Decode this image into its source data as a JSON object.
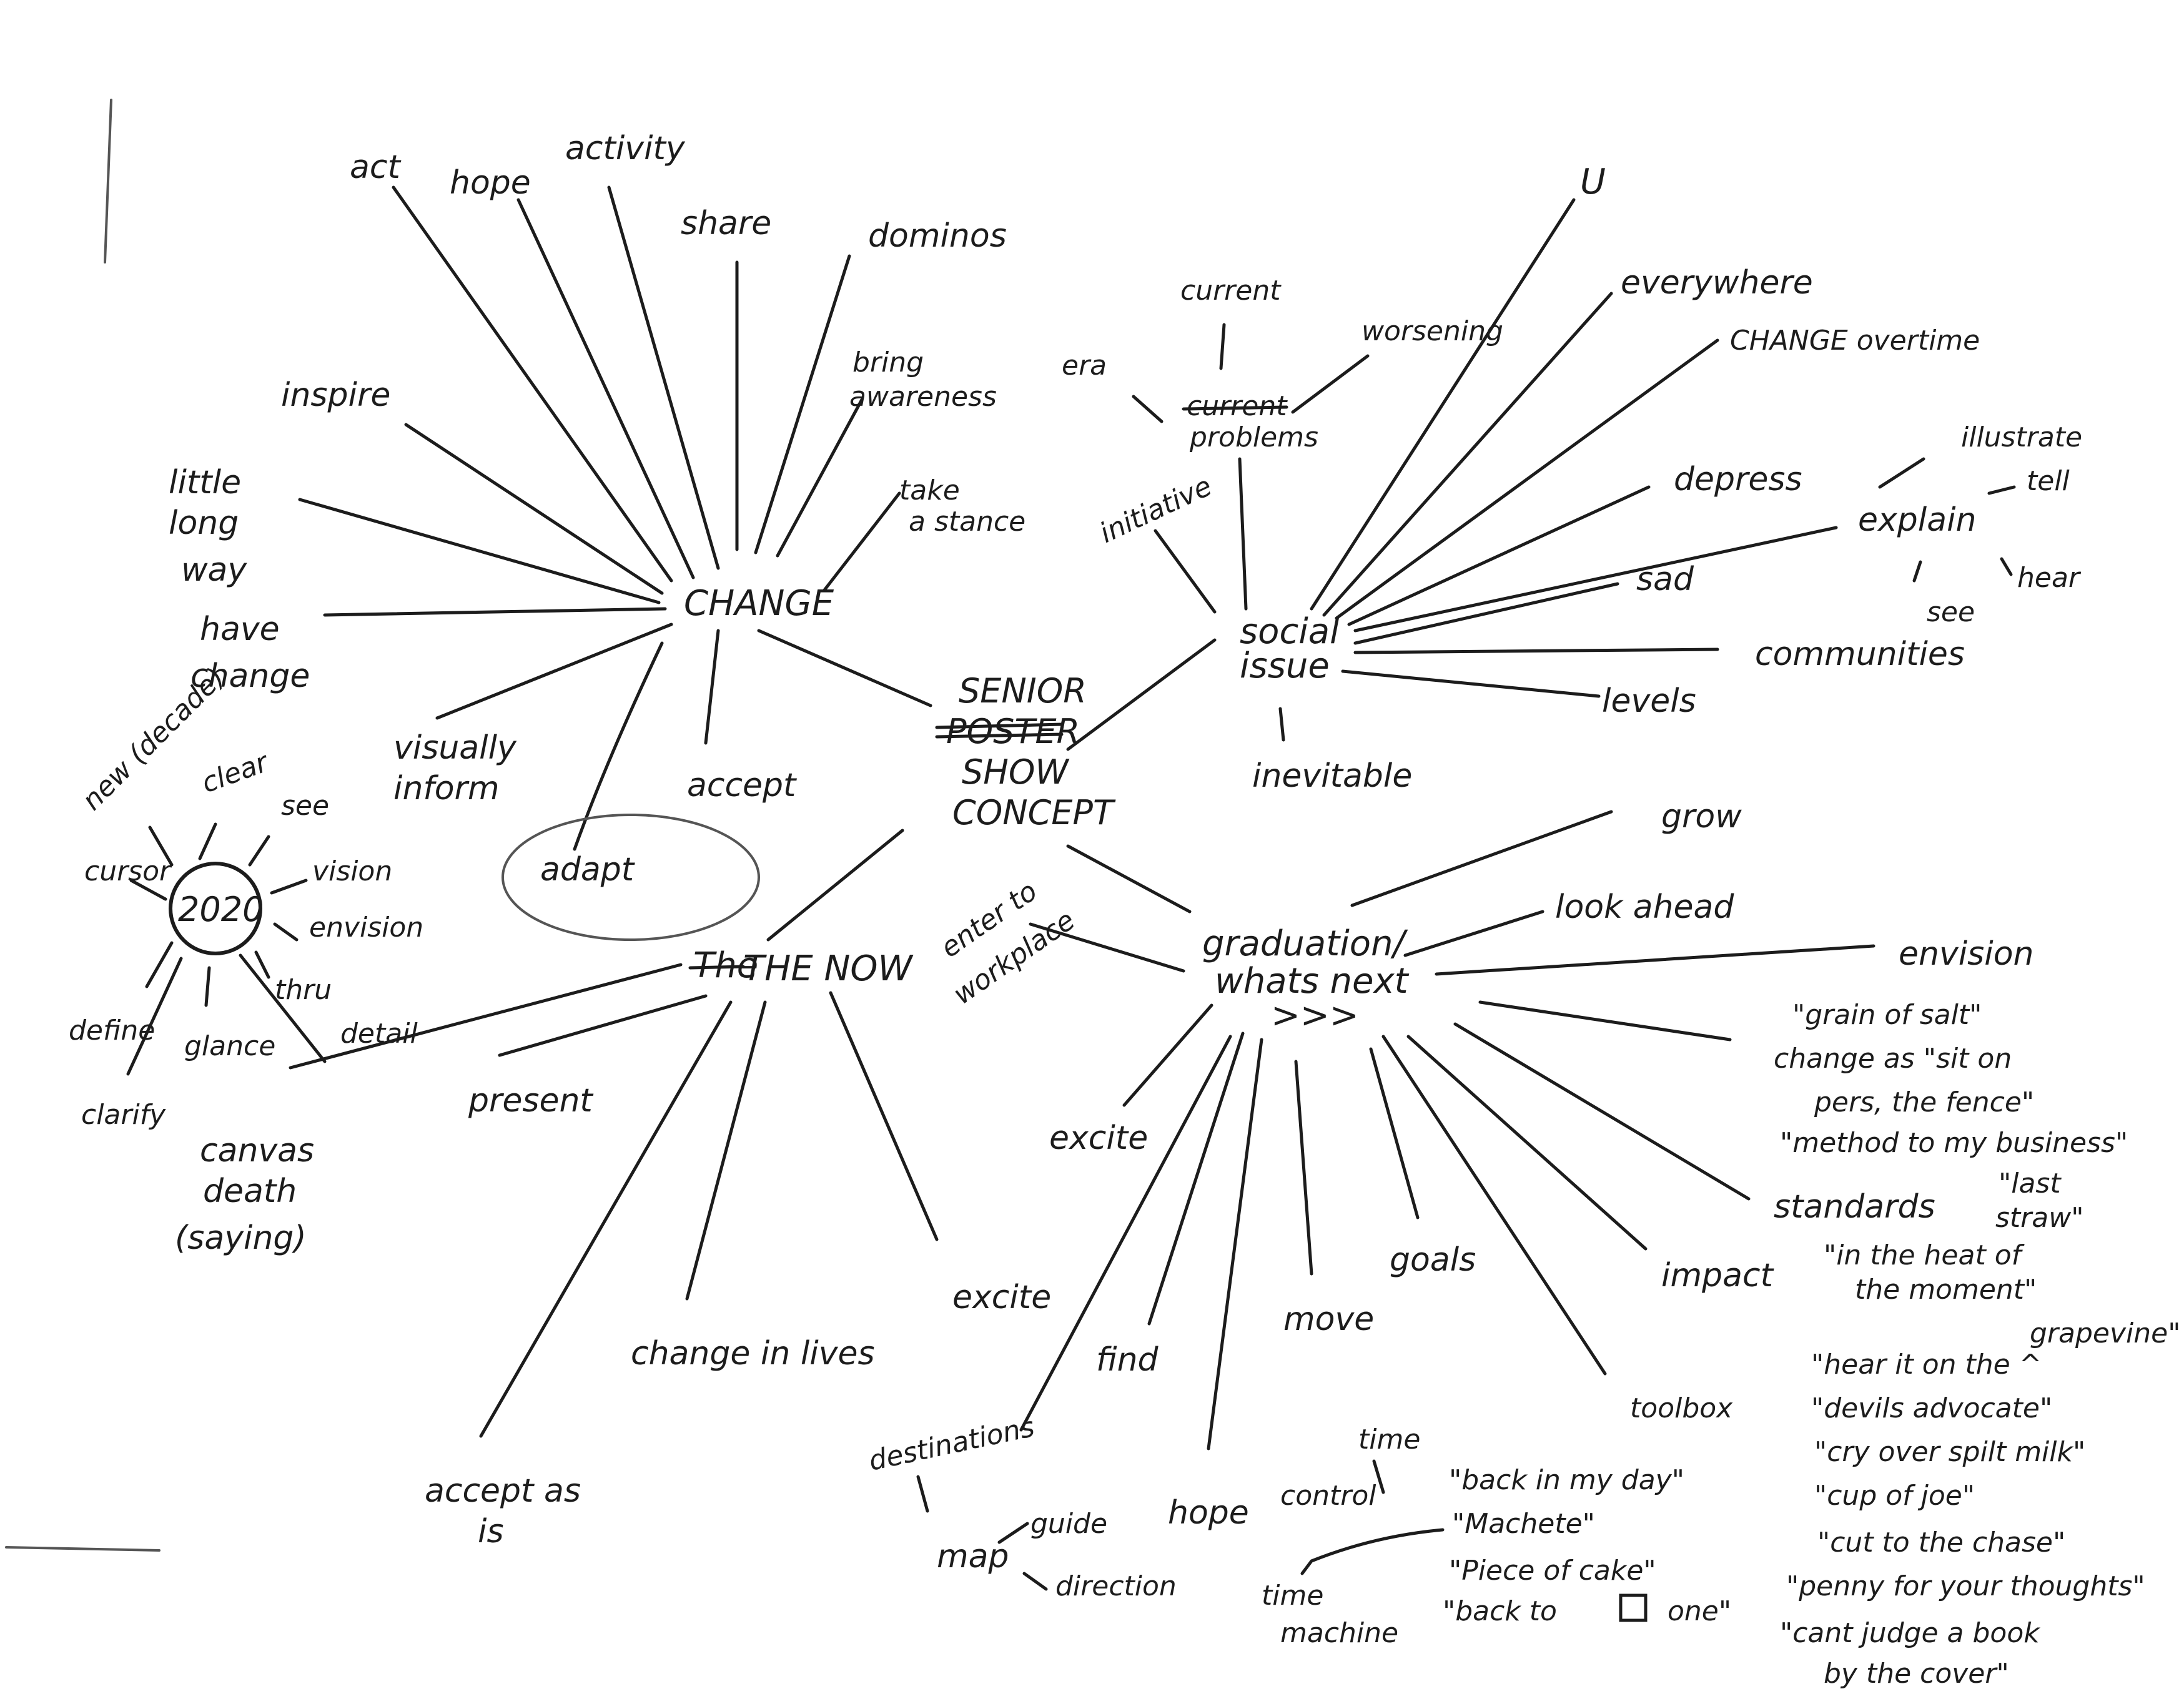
{
  "center": {
    "line1": "SENIOR",
    "struck": "POSTER",
    "line2": "SHOW",
    "line3": "CONCEPT"
  },
  "change": {
    "label": "CHANGE",
    "branches": [
      "act",
      "hope",
      "activity",
      "share",
      "dominos",
      "bring",
      "awareness",
      "take",
      "a stance",
      "inspire",
      "little",
      "long",
      "way",
      "have",
      "change",
      "visually",
      "inform",
      "accept",
      "adapt"
    ]
  },
  "social": {
    "label1": "social",
    "label2": "issue",
    "branches": [
      "current",
      "problems",
      "worsening",
      "era",
      "initiative",
      "everywhere",
      "CHANGE overtime",
      "depress",
      "explain",
      "illustrate",
      "tell",
      "hear",
      "see",
      "sad",
      "communities",
      "levels",
      "inevitable",
      "U"
    ],
    "struck": "current"
  },
  "now": {
    "label": "THE NOW",
    "struck": "The",
    "branches": [
      "present",
      "change in lives",
      "excite",
      "accept as",
      "is",
      "canvas",
      "death",
      "(saying)"
    ]
  },
  "year": {
    "label": "2020",
    "branches": [
      "new (decade)",
      "clear",
      "see",
      "vision",
      "envision",
      "thru",
      "detail",
      "glance",
      "define",
      "clarify",
      "cursor"
    ]
  },
  "graduation": {
    "line1": "graduation/",
    "line2": "whats next",
    "line3": ">>>",
    "branches": [
      "grow",
      "look ahead",
      "envision",
      "enter to",
      "workplace",
      "excite",
      "find",
      "hope",
      "goals",
      "move",
      "impact",
      "toolbox",
      "standards",
      "destinations",
      "map",
      "guide",
      "direction",
      "control",
      "time",
      "time",
      "machine"
    ]
  },
  "idioms": [
    "\"grain of salt\"",
    "change as \"sit on",
    "pers, the fence\"",
    "\"method to my business\"",
    "\"last",
    "straw\"",
    "\"in the heat of",
    "the moment\"",
    "grapevine\"",
    "\"hear it on the ^",
    "\"devils advocate\"",
    "\"cry over spilt milk\"",
    "\"cup of joe\"",
    "\"cut to the chase\"",
    "\"penny for your thoughts\"",
    "\"cant judge a book",
    "by the cover\""
  ],
  "sayings": [
    "\"back in my day\"",
    "\"Machete\"",
    "\"Piece of cake\"",
    "\"back to",
    "one\""
  ]
}
